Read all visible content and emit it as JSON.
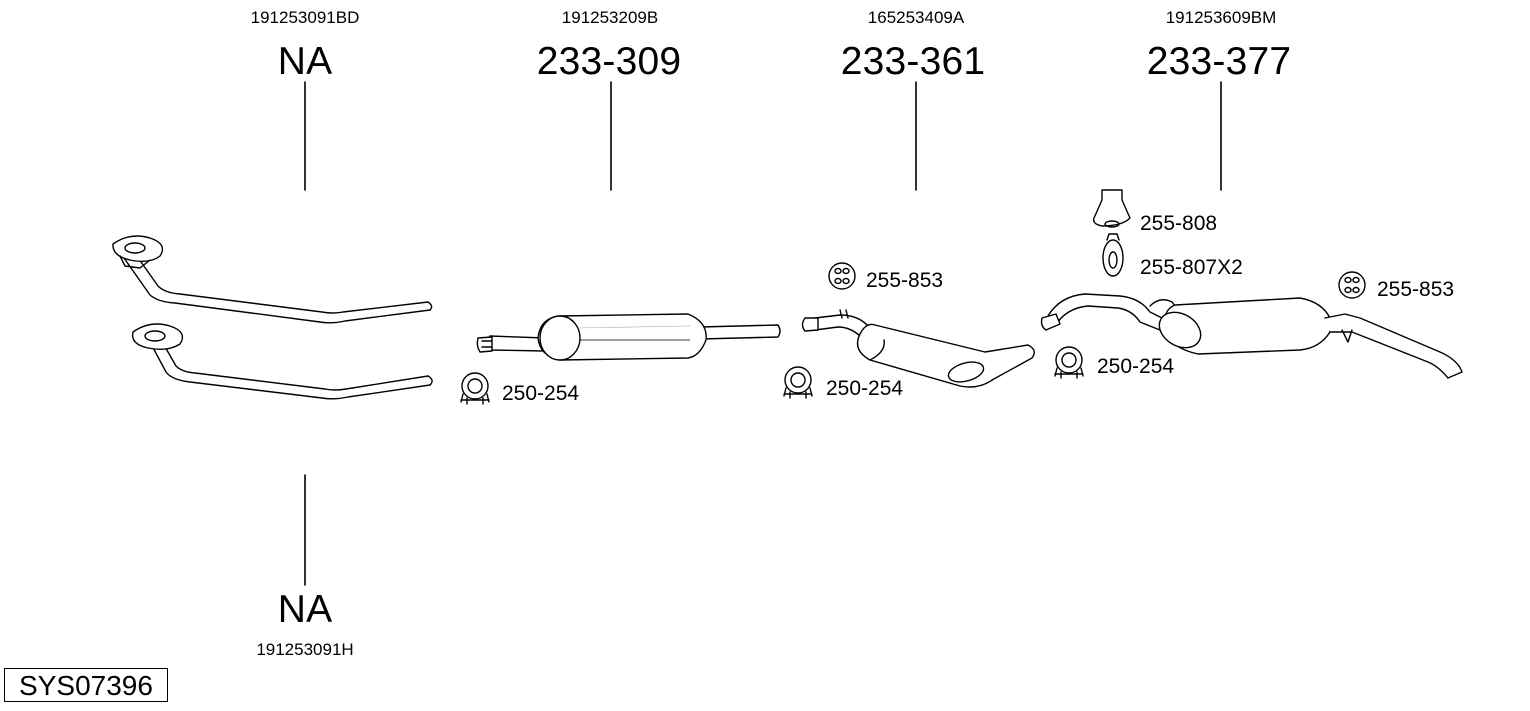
{
  "diagram": {
    "system_code": "SYS07396",
    "parts": [
      {
        "oe_number": "191253091BD",
        "part_number": "NA"
      },
      {
        "oe_number": "191253209B",
        "part_number": "233-309"
      },
      {
        "oe_number": "165253409A",
        "part_number": "233-361"
      },
      {
        "oe_number": "191253609BM",
        "part_number": "233-377"
      },
      {
        "oe_number": "191253091H",
        "part_number": "NA"
      }
    ],
    "accessories": [
      {
        "code": "250-254",
        "icon": "clamp-icon"
      },
      {
        "code": "250-254",
        "icon": "clamp-icon"
      },
      {
        "code": "255-853",
        "icon": "rubber-hanger-icon"
      },
      {
        "code": "250-254",
        "icon": "clamp-icon"
      },
      {
        "code": "255-808",
        "icon": "rubber-mount-icon"
      },
      {
        "code": "255-807X2",
        "icon": "rubber-ring-icon"
      },
      {
        "code": "255-853",
        "icon": "rubber-hanger-icon"
      }
    ],
    "colors": {
      "line": "#000000",
      "part_fill": "#ffffff",
      "shade": "#e6e6e6"
    }
  }
}
